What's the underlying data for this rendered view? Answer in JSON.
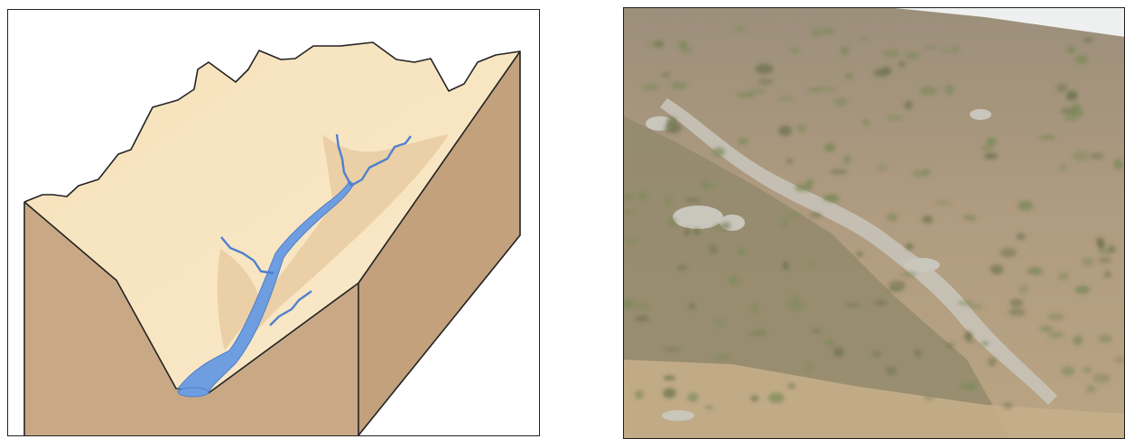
{
  "figure": {
    "left_panel": {
      "kind": "block-diagram",
      "subject": "v-shaped-valley-with-stream-network",
      "colors": {
        "valley_surface": "#f6e2bc",
        "valley_shadow": "#e7c79c",
        "block_side": "#c9a985",
        "block_side_dark": "#c2a17c",
        "water": "#6e9ee0",
        "outline": "#222222"
      }
    },
    "right_panel": {
      "kind": "photograph",
      "subject": "gully-on-grassy-hillside",
      "colors": {
        "hillside": "#a8987e",
        "vegetation": "#7d8a5a",
        "rocks": "#c9c6bc",
        "sky": "#eef0ef"
      }
    }
  }
}
